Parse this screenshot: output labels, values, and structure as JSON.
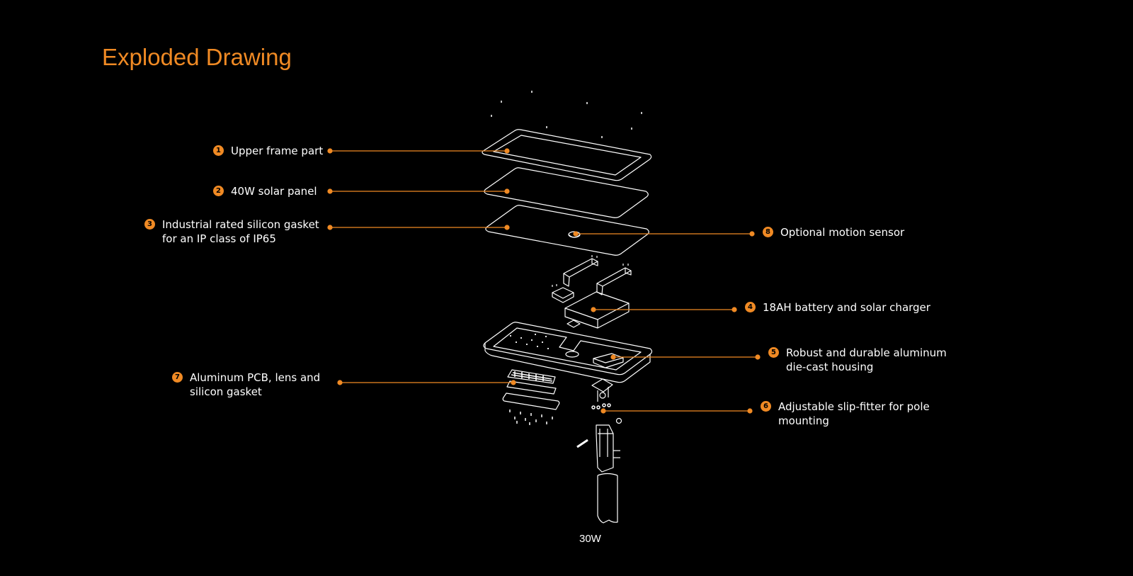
{
  "title": "Exploded Drawing",
  "accent_color": "#f08a24",
  "line_color": "#ffffff",
  "callouts": [
    {
      "num": "1",
      "lines": [
        "Upper frame part",
        ""
      ]
    },
    {
      "num": "2",
      "lines": [
        "40W solar panel",
        ""
      ]
    },
    {
      "num": "3",
      "lines": [
        "Industrial rated silicon gasket",
        "for an IP class of IP65"
      ]
    },
    {
      "num": "8",
      "lines": [
        "Optional motion sensor",
        ""
      ]
    },
    {
      "num": "4",
      "lines": [
        "18AH battery and solar charger",
        ""
      ]
    },
    {
      "num": "5",
      "lines": [
        "Robust and durable aluminum",
        "die-cast housing"
      ]
    },
    {
      "num": "7",
      "lines": [
        "Aluminum PCB, lens and",
        "silicon gasket"
      ]
    },
    {
      "num": "6",
      "lines": [
        "Adjustable slip-fitter for pole",
        "mounting"
      ]
    }
  ],
  "caption": "30W"
}
